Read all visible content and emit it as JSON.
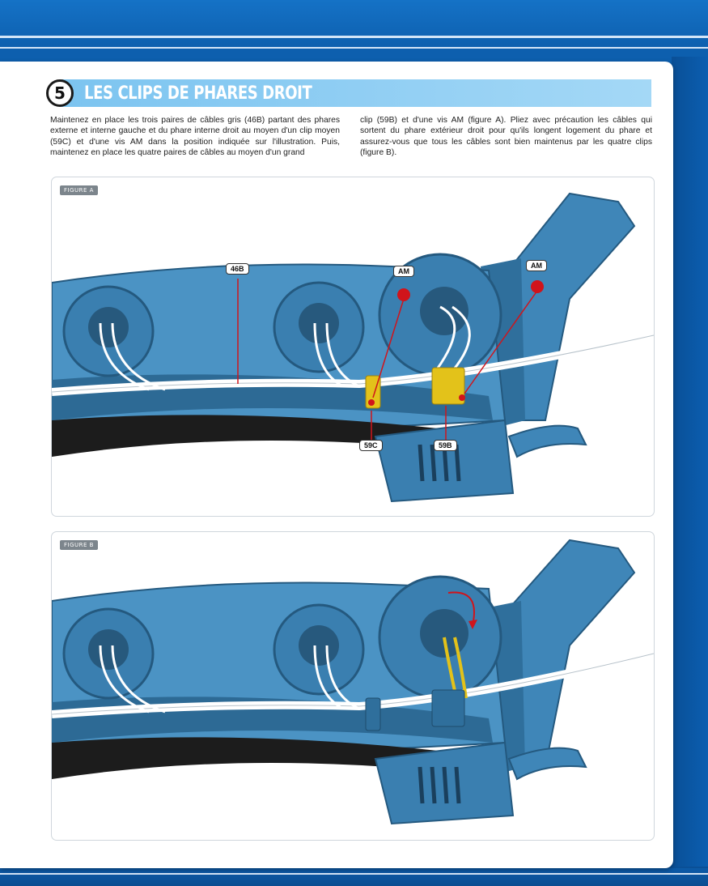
{
  "step": {
    "number": "5",
    "title": "LES CLIPS DE PHARES DROIT"
  },
  "text": {
    "col1": "Maintenez en place les trois paires de câbles gris (46B) partant des phares externe et interne gauche et du phare interne droit au moyen d'un clip moyen (59C) et d'une vis AM dans la position indiquée sur l'illustration. Puis, maintenez en place les quatre paires de câbles au moyen d'un grand",
    "col2": "clip (59B) et d'une vis AM (figure A). Pliez avec précaution les câbles qui sortent du phare extérieur droit pour qu'ils longent logement du phare et assurez-vous que tous les câbles sont bien maintenus par les quatre clips (figure B)."
  },
  "figures": {
    "a": {
      "tag": "FIGURE A",
      "labels": {
        "cable": "46B",
        "screw1": "AM",
        "screw2": "AM",
        "clip_medium": "59C",
        "clip_large": "59B"
      }
    },
    "b": {
      "tag": "FIGURE B"
    }
  },
  "colors": {
    "part_blue": "#3f86b8",
    "part_dark": "#24597f",
    "clip_yellow": "#e3c21a",
    "arrow_red": "#d0141b",
    "title_bar": "#8fcdf3"
  }
}
